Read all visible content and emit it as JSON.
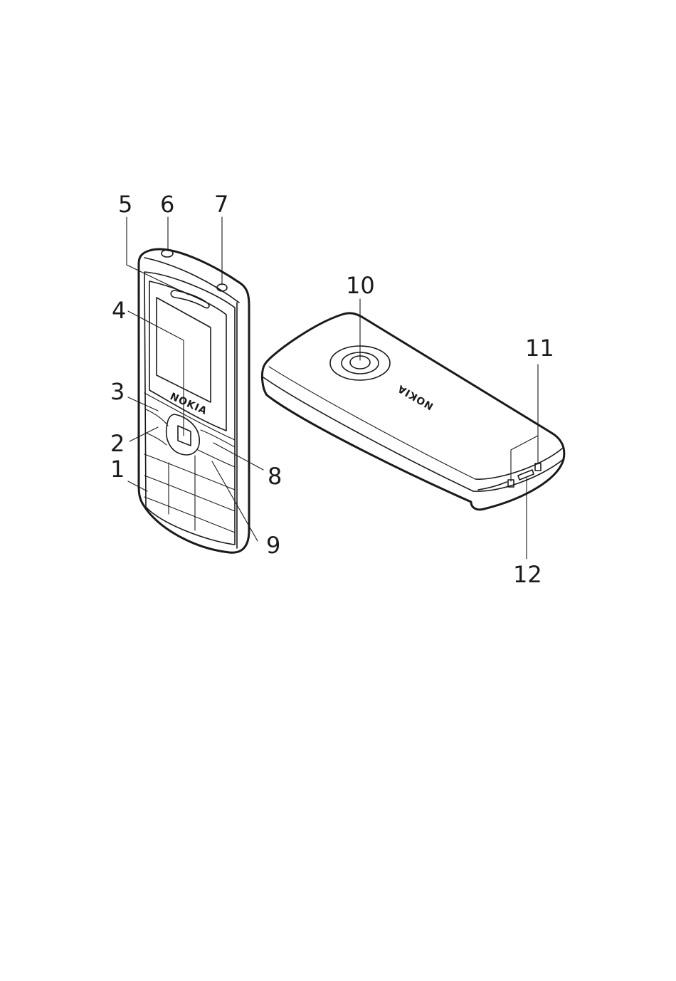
{
  "brand_front": "NOKIA",
  "brand_back": "NOKIA",
  "callouts": [
    "1",
    "2",
    "3",
    "4",
    "5",
    "6",
    "7",
    "8",
    "9",
    "10",
    "11",
    "12"
  ]
}
